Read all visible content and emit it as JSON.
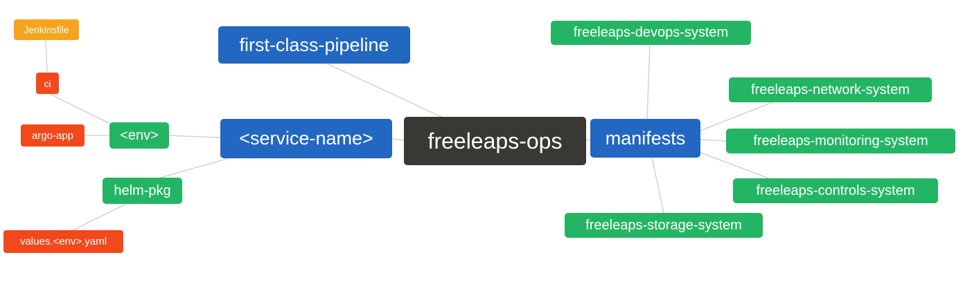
{
  "diagram": {
    "type": "mindmap",
    "root_label": "freeleaps-ops"
  },
  "palette": {
    "blue": "#2267c2",
    "green": "#23b563",
    "dark": "#3a3834",
    "red_orange": "#f2491c",
    "amber": "#f6a41e",
    "edge": "#d5d5d5",
    "text": "#ffffff",
    "background": "#ffffff"
  },
  "nodes": {
    "root": {
      "label": "freeleaps-ops"
    },
    "first_class_pipeline": {
      "label": "first-class-pipeline"
    },
    "service_name": {
      "label": "<service-name>"
    },
    "env": {
      "label": "<env>"
    },
    "argo_app": {
      "label": "argo-app"
    },
    "ci": {
      "label": "ci"
    },
    "jenkinsfile": {
      "label": "Jenkinsfile"
    },
    "helm_pkg": {
      "label": "helm-pkg"
    },
    "values_env_yaml": {
      "label": "values.<env>.yaml"
    },
    "manifests": {
      "label": "manifests"
    },
    "devops_system": {
      "label": "freeleaps-devops-system"
    },
    "network_system": {
      "label": "freeleaps-network-system"
    },
    "monitoring_system": {
      "label": "freeleaps-monitoring-system"
    },
    "controls_system": {
      "label": "freeleaps-controls-system"
    },
    "storage_system": {
      "label": "freeleaps-storage-system"
    }
  }
}
